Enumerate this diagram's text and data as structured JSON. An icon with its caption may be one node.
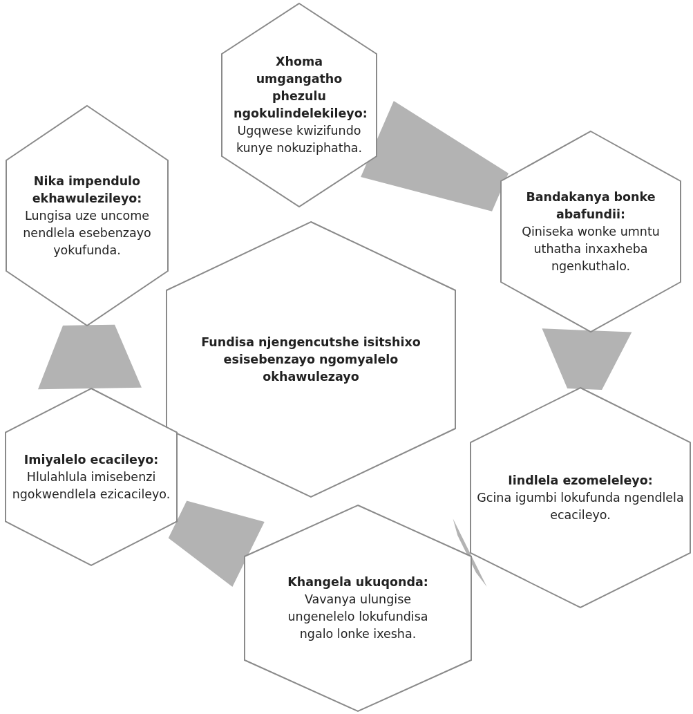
{
  "diagram": {
    "nodes": [
      {
        "text": [
          "Xhoma umgangatho phezulu ngokulindelekileyo:",
          "Ugqwese kwizifundo kunye nokuziphatha."
        ]
      },
      {
        "text": [
          "Nika impendulo ekhawulezileyo:",
          "Lungisa uze uncome nendlela esebenzayo yokufunda."
        ]
      },
      {
        "text": [
          "Bandakanya bonke abafundii:",
          "Qiniseka wonke umntu uthatha inxaxheba ngenkuthalo."
        ]
      },
      {
        "text": [
          "Fundisa njengencutshe isitshixo esisebenzayo ngomyalelo okhawulezayo"
        ]
      },
      {
        "text": [
          "Iindlela ezomeleleyo:",
          "Gcina igumbi lokufunda ngendlela ecacileyo."
        ]
      },
      {
        "text": [
          "Imiyalelo ecacileyo:",
          "Hlulahlula imisebenzi ngokwendlela ezicacileyo."
        ]
      },
      {
        "text": [
          "Khangela ukuqonda:",
          "Vavanya ulungise ungenelelo lokufundisa ngalo lonke ixesha."
        ]
      }
    ],
    "edges": [
      {
        "from": 0,
        "to": 2,
        "arrow": "none"
      },
      {
        "from": 2,
        "to": 4,
        "arrow": "none"
      },
      {
        "from": 4,
        "to": 6,
        "arrow": "none"
      },
      {
        "from": 6,
        "to": 5,
        "arrow": "none"
      },
      {
        "from": 5,
        "to": 1,
        "arrow": "none"
      }
    ]
  }
}
